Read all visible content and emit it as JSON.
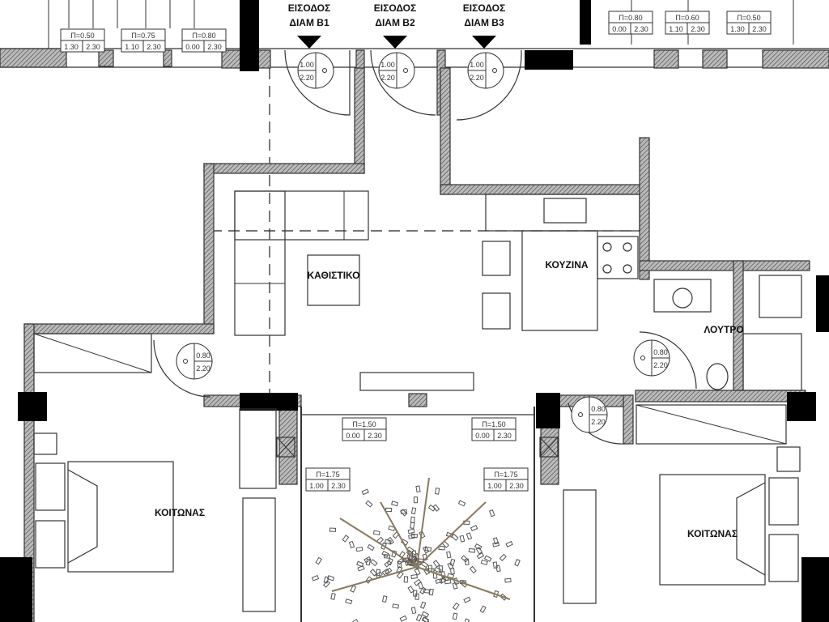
{
  "rooms": {
    "living": "ΚΑΘΙΣΤΙΚΟ",
    "kitchen": "ΚΟΥΖΙΝΑ",
    "bath": "ΛΟΥΤΡΟ",
    "bedroom_left": "ΚΟΙΤΩΝΑΣ",
    "bedroom_right": "ΚΟΙΤΩΝΑΣ"
  },
  "entrances": [
    {
      "line1": "ΕΙΣΟΔΟΣ",
      "line2": "ΔΙΑΜ Β1"
    },
    {
      "line1": "ΕΙΣΟΔΟΣ",
      "line2": "ΔΙΑΜ Β2"
    },
    {
      "line1": "ΕΙΣΟΔΟΣ",
      "line2": "ΔΙΑΜ Β3"
    }
  ],
  "window_tags": [
    {
      "p": "Π=0.50",
      "a": "1.30",
      "b": "2.30"
    },
    {
      "p": "Π=0.75",
      "a": "1.10",
      "b": "2.30"
    },
    {
      "p": "Π=0.80",
      "a": "0.00",
      "b": "2.30"
    },
    {
      "p": "Π=0.80",
      "a": "0.00",
      "b": "2.30"
    },
    {
      "p": "Π=0.60",
      "a": "1.10",
      "b": "2.30"
    },
    {
      "p": "Π=0.50",
      "a": "1.30",
      "b": "2.30"
    },
    {
      "p": "Π=1.50",
      "a": "0.00",
      "b": "2.30"
    },
    {
      "p": "Π=1.50",
      "a": "0.00",
      "b": "2.30"
    },
    {
      "p": "Π=1.75",
      "a": "1.00",
      "b": "2.30"
    },
    {
      "p": "Π=1.75",
      "a": "1.00",
      "b": "2.30"
    }
  ],
  "door_tags": [
    {
      "w": "1.00",
      "h": "2.20"
    },
    {
      "w": "1.00",
      "h": "2.20"
    },
    {
      "w": "1.00",
      "h": "2.20"
    },
    {
      "w": "0.80",
      "h": "2.20"
    },
    {
      "w": "0.80",
      "h": "2.20"
    },
    {
      "w": "0.80",
      "h": "2.20"
    }
  ]
}
